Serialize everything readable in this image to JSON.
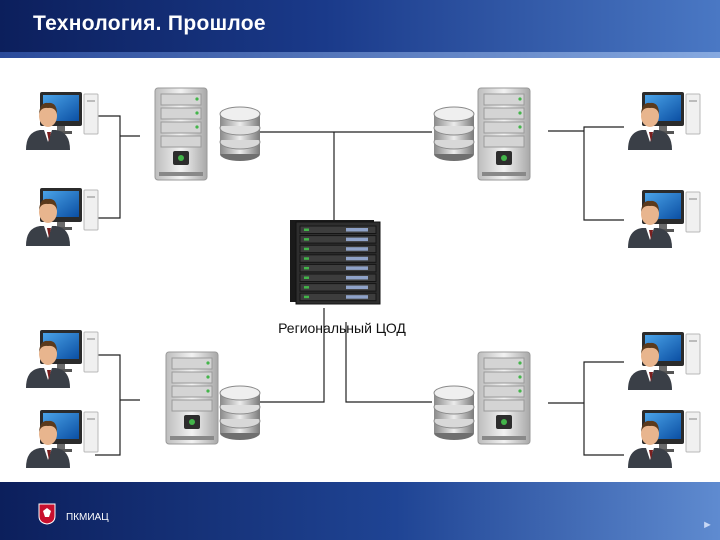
{
  "slide": {
    "title": "Технология. Прошлое",
    "center_label": "Региональный ЦОД",
    "footer_text": "ПКМИАЦ",
    "nav_next_glyph": "►"
  },
  "colors": {
    "header_dark": "#0c1f5c",
    "header_light": "#4a78c4",
    "server_body": "#e6e6e6",
    "db_disk": "#c9c9c9",
    "rack": "#2a2a2a",
    "rack_led": "#43b54a"
  },
  "icons": {
    "workstation": "user-at-computer-icon",
    "server": "server-tower-icon",
    "database": "database-stack-icon",
    "datacenter": "server-rack-icon",
    "logo": "region-emblem-icon",
    "nav": "next-arrow-icon"
  }
}
